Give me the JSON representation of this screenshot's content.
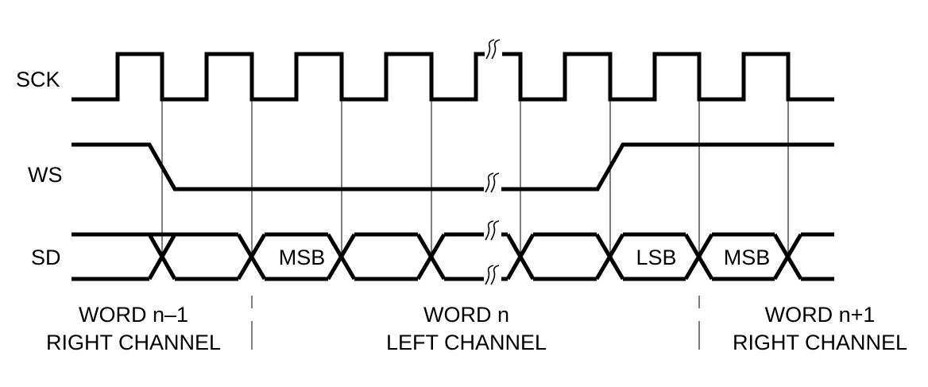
{
  "signals": {
    "sck": "SCK",
    "ws": "WS",
    "sd": "SD"
  },
  "bits": {
    "msb_first": "MSB",
    "lsb": "LSB",
    "msb_next": "MSB"
  },
  "words": {
    "prev": {
      "line1": "WORD n–1",
      "line2": "RIGHT CHANNEL"
    },
    "current": {
      "line1": "WORD n",
      "line2": "LEFT CHANNEL"
    },
    "next": {
      "line1": "WORD n+1",
      "line2": "RIGHT CHANNEL"
    }
  }
}
